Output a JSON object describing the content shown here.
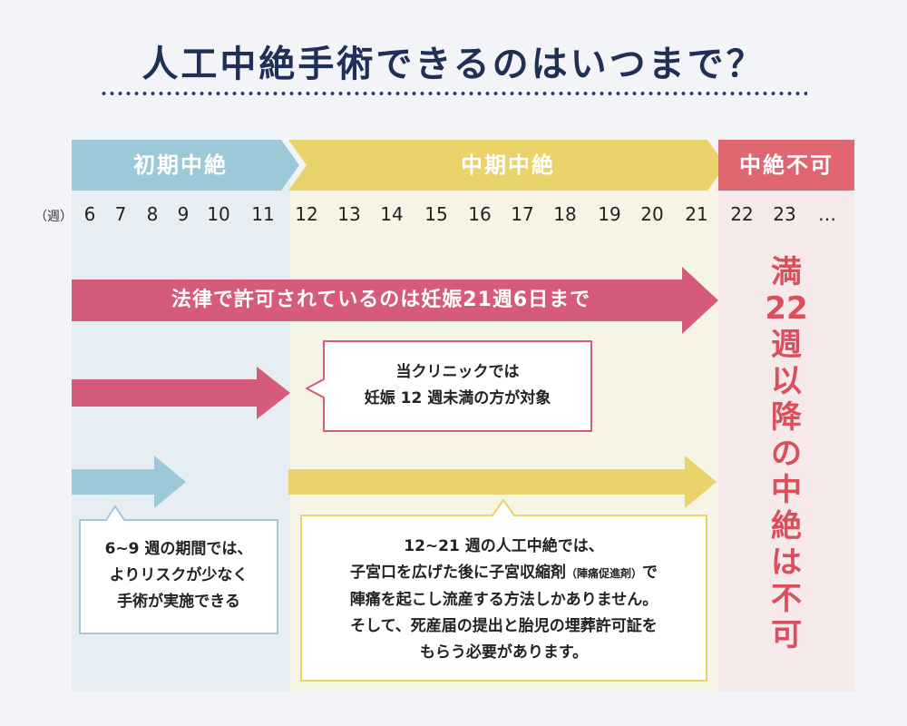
{
  "title": "人工中絶手術できるのはいつまで？",
  "phases": {
    "early": "初期中絶",
    "mid": "中期中絶",
    "impossible": "中絶不可"
  },
  "week_unit": "（週）",
  "weeks": [
    "6",
    "7",
    "8",
    "9",
    "10",
    "11",
    "12",
    "13",
    "14",
    "15",
    "16",
    "17",
    "18",
    "19",
    "20",
    "21",
    "22",
    "23",
    "…"
  ],
  "arrows": {
    "legal_limit": "法律で許可されているのは妊娠21週6日まで"
  },
  "callouts": {
    "clinic": {
      "line1": "当クリニックでは",
      "line2": "妊娠 12 週未満の方が対象"
    },
    "early": {
      "line1": "6~9 週の期間では、",
      "line2": "よりリスクが少なく",
      "line3": "手術が実施できる"
    },
    "mid": {
      "line1": "12~21 週の人工中絶では、",
      "line2_a": "子宮口を広げた後に子宮収縮剤",
      "line2_small": "（陣痛促進剤）",
      "line2_b": "で",
      "line3": "陣痛を起こし流産する方法しかありません。",
      "line4": "そして、死産届の提出と胎児の埋葬許可証を",
      "line5": "もらう必要があります。"
    }
  },
  "vertical_note": [
    "満",
    "22",
    "週",
    "以",
    "降",
    "の",
    "中",
    "絶",
    "は",
    "不",
    "可"
  ],
  "colors": {
    "early": "#9cc8d8",
    "mid": "#e9d36a",
    "impossible": "#e06670",
    "legal_arrow": "#d65a7a",
    "title": "#1f2f56",
    "note": "#d94f5c"
  }
}
